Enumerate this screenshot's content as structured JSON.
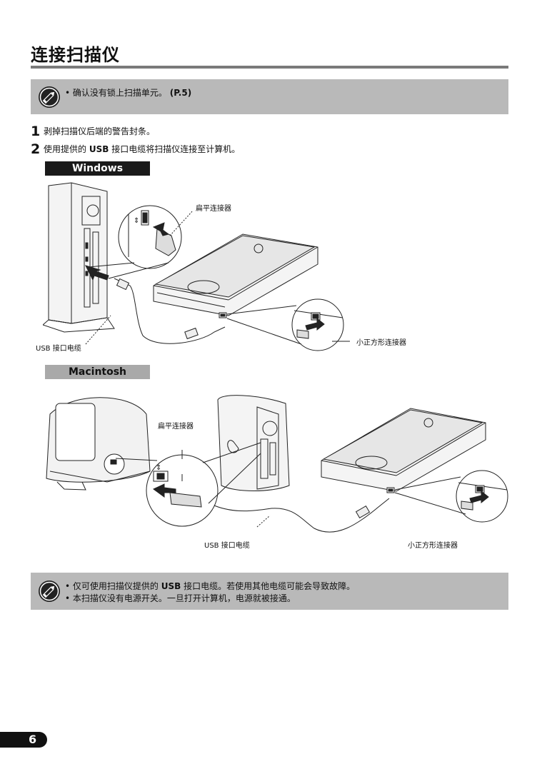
{
  "title": "连接扫描仪",
  "note1": {
    "icon": "pencil-note-icon",
    "line1_text": "• 确认没有锁上扫描单元。",
    "line1_ref": "(P.5)"
  },
  "steps": [
    {
      "num": "1",
      "text": "剥掉扫描仪后端的警告封条。"
    },
    {
      "num": "2",
      "text_before": "使用提供的 ",
      "text_bold": "USB",
      "text_after": " 接口电缆将扫描仪连接至计算机。"
    }
  ],
  "windows_section": {
    "label": "Windows",
    "callout_flat": "扁平连接器",
    "callout_cable": "USB 接口电缆",
    "callout_square": "小正方形连接器"
  },
  "mac_section": {
    "label": "Macintosh",
    "callout_flat": "扁平连接器",
    "callout_cable": "USB 接口电缆",
    "callout_square": "小正方形连接器"
  },
  "note2": {
    "icon": "pencil-note-icon",
    "line1_before": "• 仅可使用扫描仪提供的 ",
    "line1_bold": "USB",
    "line1_after": " 接口电缆。若使用其他电缆可能会导致故障。",
    "line2": "• 本扫描仪没有电源开关。一旦打开计算机，电源就被接通。"
  },
  "page_number": "6"
}
